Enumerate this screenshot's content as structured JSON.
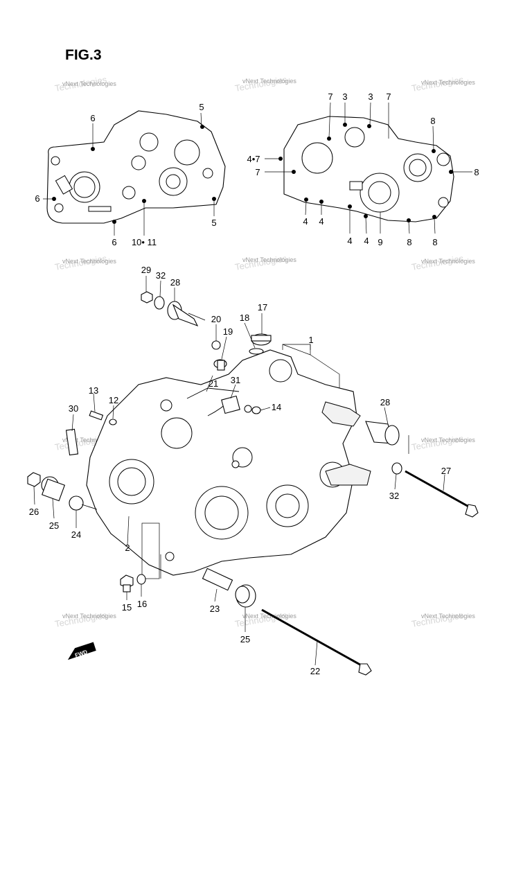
{
  "figure": {
    "title": "FIG.3"
  },
  "watermark": {
    "text": "vNext Technologies"
  },
  "fwd_arrow": {
    "label": "FWD"
  },
  "callouts": [
    {
      "id": "c5a",
      "text": "5"
    },
    {
      "id": "c6a",
      "text": "6"
    },
    {
      "id": "c6b",
      "text": "6"
    },
    {
      "id": "c6c",
      "text": "6"
    },
    {
      "id": "c5b",
      "text": "5"
    },
    {
      "id": "c1011",
      "text": "10• 11"
    },
    {
      "id": "c7a",
      "text": "7"
    },
    {
      "id": "c3a",
      "text": "3"
    },
    {
      "id": "c3b",
      "text": "3"
    },
    {
      "id": "c7b",
      "text": "7"
    },
    {
      "id": "c8a",
      "text": "8"
    },
    {
      "id": "c47",
      "text": "4•7"
    },
    {
      "id": "c7c",
      "text": "7"
    },
    {
      "id": "c8b",
      "text": "8"
    },
    {
      "id": "c4a",
      "text": "4"
    },
    {
      "id": "c4b",
      "text": "4"
    },
    {
      "id": "c4c",
      "text": "4"
    },
    {
      "id": "c4d",
      "text": "4"
    },
    {
      "id": "c9",
      "text": "9"
    },
    {
      "id": "c8c",
      "text": "8"
    },
    {
      "id": "c8d",
      "text": "8"
    },
    {
      "id": "c29",
      "text": "29"
    },
    {
      "id": "c32a",
      "text": "32"
    },
    {
      "id": "c28a",
      "text": "28"
    },
    {
      "id": "c17",
      "text": "17"
    },
    {
      "id": "c18",
      "text": "18"
    },
    {
      "id": "c20",
      "text": "20"
    },
    {
      "id": "c19",
      "text": "19"
    },
    {
      "id": "c1",
      "text": "1"
    },
    {
      "id": "c21",
      "text": "21"
    },
    {
      "id": "c31",
      "text": "31"
    },
    {
      "id": "c14",
      "text": "14"
    },
    {
      "id": "c13",
      "text": "13"
    },
    {
      "id": "c12",
      "text": "12"
    },
    {
      "id": "c30",
      "text": "30"
    },
    {
      "id": "c28b",
      "text": "28"
    },
    {
      "id": "c27",
      "text": "27"
    },
    {
      "id": "c32b",
      "text": "32"
    },
    {
      "id": "c26",
      "text": "26"
    },
    {
      "id": "c25a",
      "text": "25"
    },
    {
      "id": "c24",
      "text": "24"
    },
    {
      "id": "c2",
      "text": "2"
    },
    {
      "id": "c15",
      "text": "15"
    },
    {
      "id": "c16",
      "text": "16"
    },
    {
      "id": "c23",
      "text": "23"
    },
    {
      "id": "c25b",
      "text": "25"
    },
    {
      "id": "c22",
      "text": "22"
    }
  ]
}
